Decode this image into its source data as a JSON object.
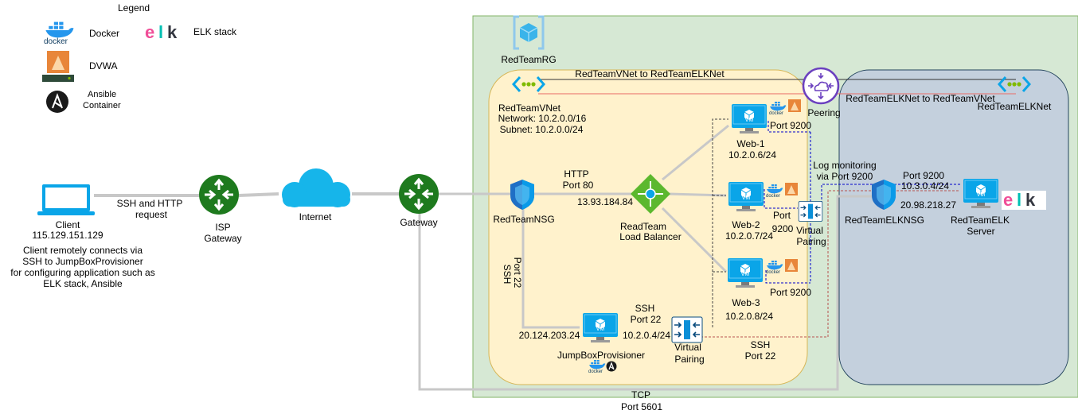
{
  "legend": {
    "title": "Legend",
    "docker": "Docker",
    "elk": "ELK stack",
    "dvwa": "DVWA",
    "ansible_line1": "Ansible",
    "ansible_line2": "Container"
  },
  "icon_text": {
    "docker": "docker",
    "vm": "VM",
    "elk_e": "e",
    "elk_l": "l",
    "elk_k": "k"
  },
  "colors": {
    "resource_group_fill": "#d6e8d4",
    "resource_group_stroke": "#82b366",
    "vnet_fill": "#fff2cc",
    "vnet_stroke": "#d6b656",
    "elknet_fill": "#c4d0dd",
    "elknet_stroke": "#23445d",
    "azure_blue": "#0aa5e8",
    "gateway_green": "#1e7a1e",
    "peering_purple": "#6b40bf",
    "connector_gray": "#c8c8c8",
    "ssh_red": "#b85450",
    "monitor_blue": "#0000cc"
  },
  "client": {
    "name": "Client",
    "ip": "115.129.151.129",
    "desc_lines": [
      "Client remotely connects via",
      "SSH to JumpBoxProvisioner",
      "for configuring application such as",
      "ELK stack, Ansible"
    ],
    "link_line1": "SSH and HTTP",
    "link_line2": "request"
  },
  "isp_gateway": {
    "line1": "ISP",
    "line2": "Gateway"
  },
  "internet": {
    "label": "Internet"
  },
  "gateway": {
    "label": "Gateway"
  },
  "resource_group": {
    "name": "RedTeamRG"
  },
  "redteam_vnet": {
    "name": "RedTeamVNet",
    "network": "Network: 10.2.0.0/16",
    "subnet": "Subnet: 10.2.0.0/24"
  },
  "peering": {
    "label": "Peering",
    "to_elk": "RedTeamVNet to RedTeamELKNet",
    "to_red": "RedTeamELKNet to RedTeamVNet"
  },
  "elknet": {
    "name": "RedTeamELKNet"
  },
  "nsg": {
    "name": "RedTeamNSG",
    "http_line1": "HTTP",
    "http_line2": "Port 80",
    "ssh_line1": "SSH",
    "ssh_line2": "Port 22"
  },
  "load_balancer": {
    "ip": "13.93.184.84",
    "line1": "ReadTeam",
    "line2": "Load Balancer"
  },
  "webs": [
    {
      "name": "Web-1",
      "ip": "10.2.0.6/24",
      "port": "Port 9200"
    },
    {
      "name": "Web-2",
      "ip": "10.2.0.7/24",
      "port_line1": "Port",
      "port_line2": "9200"
    },
    {
      "name": "Web-3",
      "ip": "10.2.0.8/24",
      "port": "Port 9200"
    }
  ],
  "virtual_pairing_top": {
    "line1": "Virtual",
    "line2": "Pairing"
  },
  "virtual_pairing_bottom": {
    "line1": "Virtual",
    "line2": "Pairing"
  },
  "log_monitoring": {
    "line1": "Log monitoring",
    "line2": "via Port 9200"
  },
  "elk_nsg": {
    "name": "RedTeamELKNSG"
  },
  "elk_server": {
    "line1": "RedTeamELK",
    "line2": "Server",
    "public_ip": "20.98.218.27",
    "port": "Port 9200",
    "private_ip": "10.3.0.4/24"
  },
  "jumpbox": {
    "name": "JumpBoxProvisioner",
    "public_ip": "20.124.203.24",
    "private_ip": "10.2.0.4/24",
    "ssh_line1": "SSH",
    "ssh_line2": "Port 22"
  },
  "ssh_to_elk": {
    "line1": "SSH",
    "line2": "Port 22"
  },
  "tcp": {
    "line1": "TCP",
    "line2": "Port 5601"
  }
}
